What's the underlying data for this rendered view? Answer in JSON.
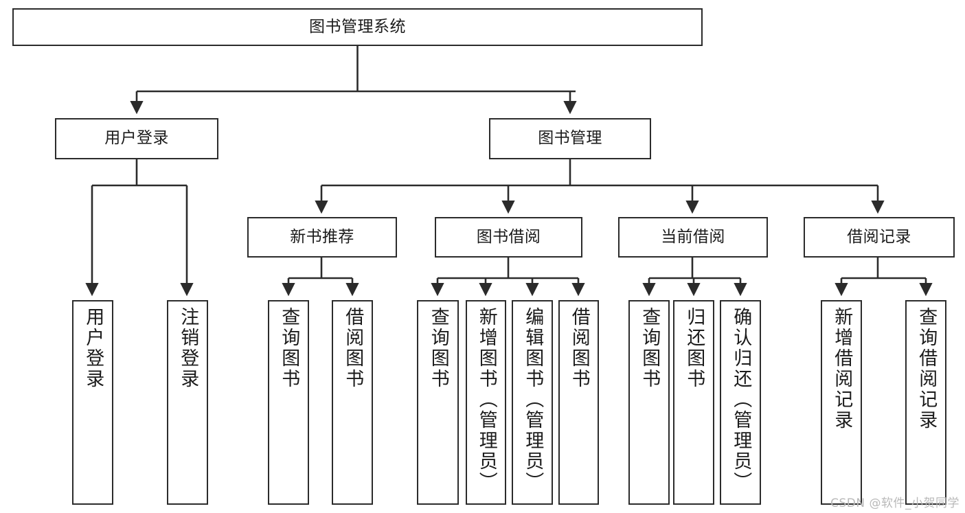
{
  "diagram": {
    "type": "tree-hierarchy",
    "title": "图书管理系统",
    "orientation": "top-down",
    "colors": {
      "stroke": "#2b2b2b",
      "fill": "#ffffff",
      "text": "#1b1b1b",
      "watermark": "#b9b9b9"
    },
    "nodes": {
      "root": {
        "label": "图书管理系统",
        "level": 0
      },
      "level1": [
        {
          "id": "user-login",
          "label": "用户登录",
          "level": 1
        },
        {
          "id": "book-manage",
          "label": "图书管理",
          "level": 1
        }
      ],
      "level2": [
        {
          "id": "new-book-recommend",
          "label": "新书推荐",
          "level": 2,
          "parent": "book-manage"
        },
        {
          "id": "book-borrow",
          "label": "图书借阅",
          "level": 2,
          "parent": "book-manage"
        },
        {
          "id": "current-borrow",
          "label": "当前借阅",
          "level": 2,
          "parent": "book-manage"
        },
        {
          "id": "borrow-record",
          "label": "借阅记录",
          "level": 2,
          "parent": "book-manage"
        }
      ],
      "leaves": [
        {
          "id": "leaf-user-login",
          "label": "用户登录",
          "parent": "user-login"
        },
        {
          "id": "leaf-logout",
          "label": "注销登录",
          "parent": "user-login"
        },
        {
          "id": "leaf-query-book-1",
          "label": "查询图书",
          "parent": "new-book-recommend"
        },
        {
          "id": "leaf-borrow-book-1",
          "label": "借阅图书",
          "parent": "new-book-recommend"
        },
        {
          "id": "leaf-query-book-2",
          "label": "查询图书",
          "parent": "book-borrow"
        },
        {
          "id": "leaf-add-book",
          "label": "新增图书（管理员）",
          "parent": "book-borrow"
        },
        {
          "id": "leaf-edit-book",
          "label": "编辑图书（管理员）",
          "parent": "book-borrow"
        },
        {
          "id": "leaf-borrow-book-2",
          "label": "借阅图书",
          "parent": "book-borrow"
        },
        {
          "id": "leaf-query-book-3",
          "label": "查询图书",
          "parent": "current-borrow"
        },
        {
          "id": "leaf-return-book",
          "label": "归还图书",
          "parent": "current-borrow"
        },
        {
          "id": "leaf-confirm-return",
          "label": "确认归还（管理员）",
          "parent": "current-borrow"
        },
        {
          "id": "leaf-add-record",
          "label": "新增借阅记录",
          "parent": "borrow-record"
        },
        {
          "id": "leaf-query-record",
          "label": "查询借阅记录",
          "parent": "borrow-record"
        }
      ]
    },
    "watermark": "CSDN @软件_小贺同学"
  }
}
